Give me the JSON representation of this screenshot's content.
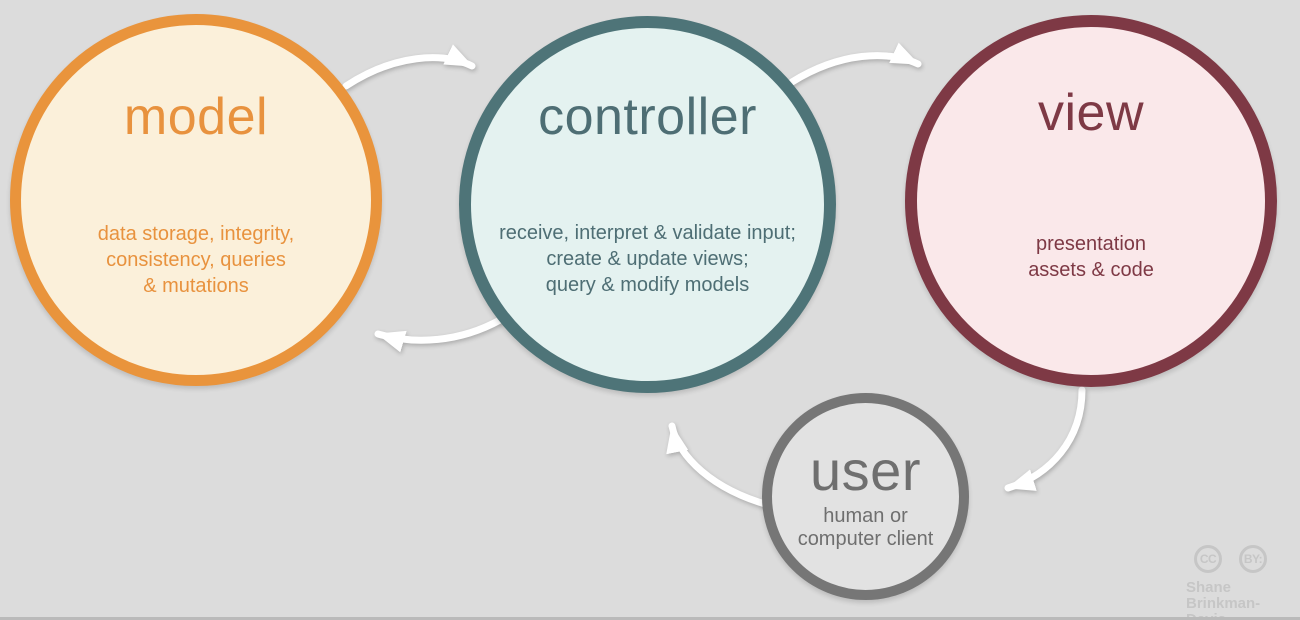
{
  "background": {
    "color": "#dcdcdc",
    "bottom_edge_color": "#bababa"
  },
  "arrow_style": {
    "color": "#ffffff"
  },
  "nodes": {
    "model": {
      "title": "model",
      "lines": [
        "data storage, integrity,",
        "consistency, queries",
        "& mutations"
      ],
      "border_color": "#e9943c",
      "fill_color": "#fbf0da",
      "text_color": "#e8923e"
    },
    "controller": {
      "title": "controller",
      "lines": [
        "receive, interpret & validate input;",
        "create & update views;",
        "query & modify models"
      ],
      "border_color": "#4e7478",
      "fill_color": "#e4f2f0",
      "text_color": "#4e6e74"
    },
    "view": {
      "title": "view",
      "lines": [
        "presentation",
        "assets & code"
      ],
      "border_color": "#7e3945",
      "fill_color": "#fae8ea",
      "text_color": "#7e3945"
    },
    "user": {
      "title": "user",
      "lines": [
        "human or",
        "computer client"
      ],
      "border_color": "#767676",
      "fill_color": "#e2e2e2",
      "text_color": "#6f6f6f"
    }
  },
  "arrows": [
    {
      "name": "model-to-controller",
      "from": "model",
      "to": "controller"
    },
    {
      "name": "controller-to-view",
      "from": "controller",
      "to": "view"
    },
    {
      "name": "controller-to-model",
      "from": "controller",
      "to": "model"
    },
    {
      "name": "user-to-controller",
      "from": "user",
      "to": "controller"
    },
    {
      "name": "view-to-user",
      "from": "view",
      "to": "user"
    }
  ],
  "attribution": {
    "color": "#c6c6c6",
    "license_badges": [
      "CC",
      "BY:"
    ],
    "author_line1": "Shane",
    "author_line2": "Brinkman-Davis"
  }
}
